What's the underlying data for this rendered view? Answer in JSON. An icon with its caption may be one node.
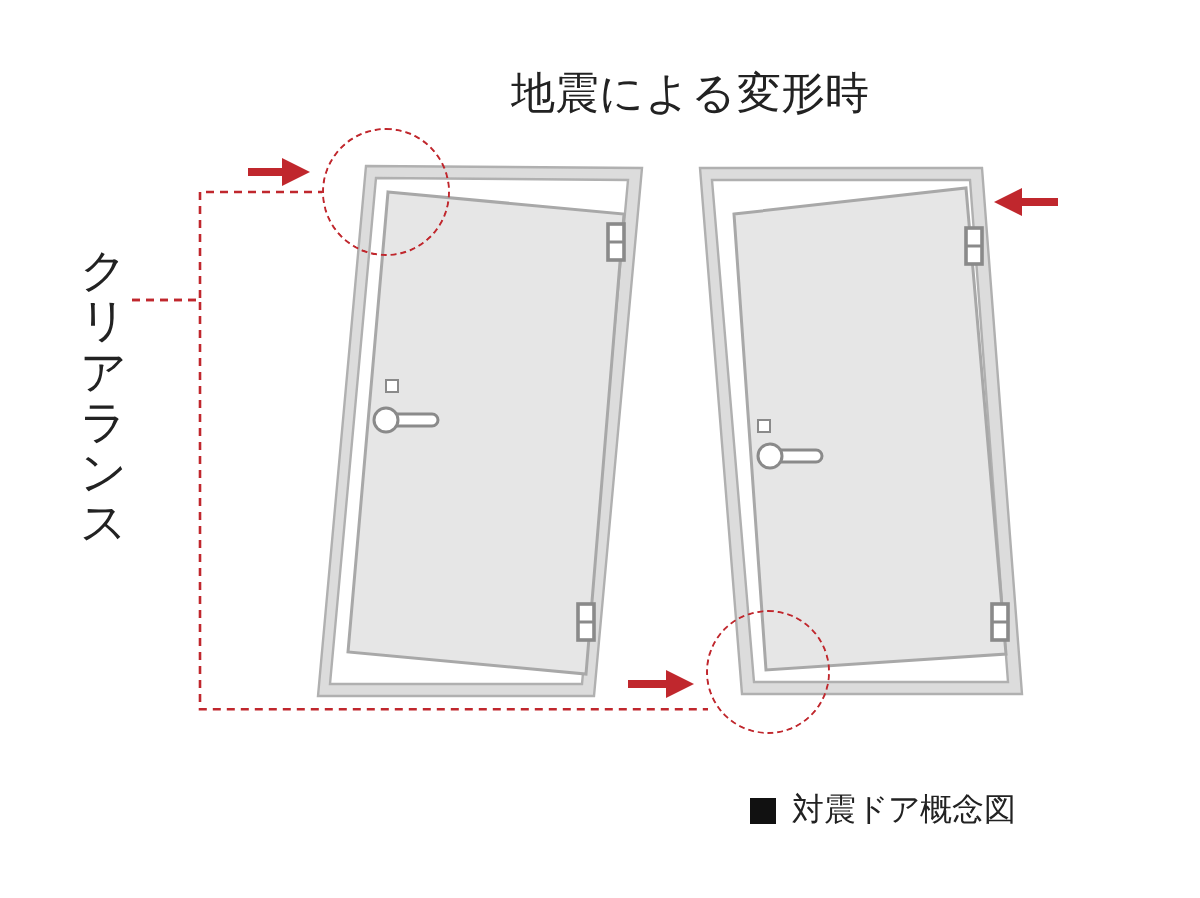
{
  "diagram": {
    "title": "地震による変形時",
    "nodes": [
      {
        "text": [
          "クリアランス"
        ]
      },
      {
        "text": [],
        "shape": "circle"
      },
      {
        "text": [],
        "shape": "circle"
      }
    ],
    "edges": [
      {
        "from": 0,
        "to": 1,
        "arrow": "none",
        "style": "dashed"
      },
      {
        "from": 0,
        "to": 2,
        "arrow": "none",
        "style": "dashed"
      }
    ],
    "labels": [
      "対震ドア概念図"
    ]
  }
}
